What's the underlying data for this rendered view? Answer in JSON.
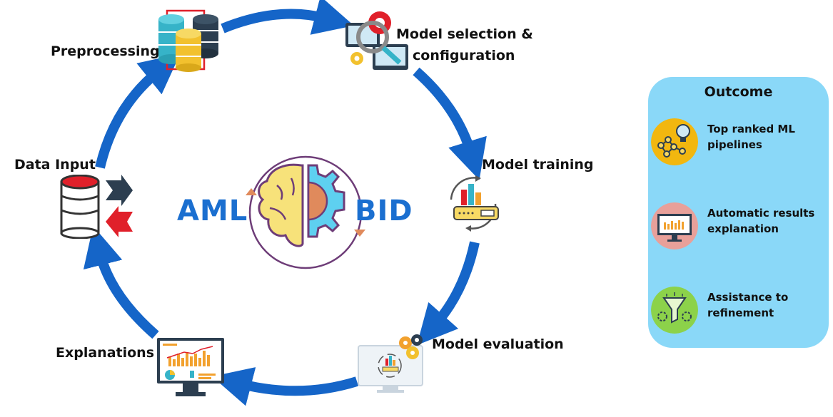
{
  "stages": {
    "preprocessing": "Preprocessing",
    "model_selection_line1": "Model selection &",
    "model_selection_line2": "configuration",
    "model_training": "Model training",
    "model_evaluation": "Model evaluation",
    "explanations": "Explanations",
    "data_input": "Data Input"
  },
  "logo": {
    "left": "AML",
    "right": "BID"
  },
  "outcome": {
    "title": "Outcome",
    "items": [
      {
        "line1": "Top ranked ML",
        "line2": "pipelines",
        "icon": "lightbulb-network-icon"
      },
      {
        "line1": "Automatic results",
        "line2": "explanation",
        "icon": "monitor-chart-icon"
      },
      {
        "line1": "Assistance to",
        "line2": "refinement",
        "icon": "funnel-gears-icon"
      }
    ]
  },
  "colors": {
    "arrow": "#1565c8",
    "logo_text": "#1b6fd0",
    "panel": "#8ad8f8",
    "red": "#e0202a",
    "dark": "#2c3e50"
  }
}
